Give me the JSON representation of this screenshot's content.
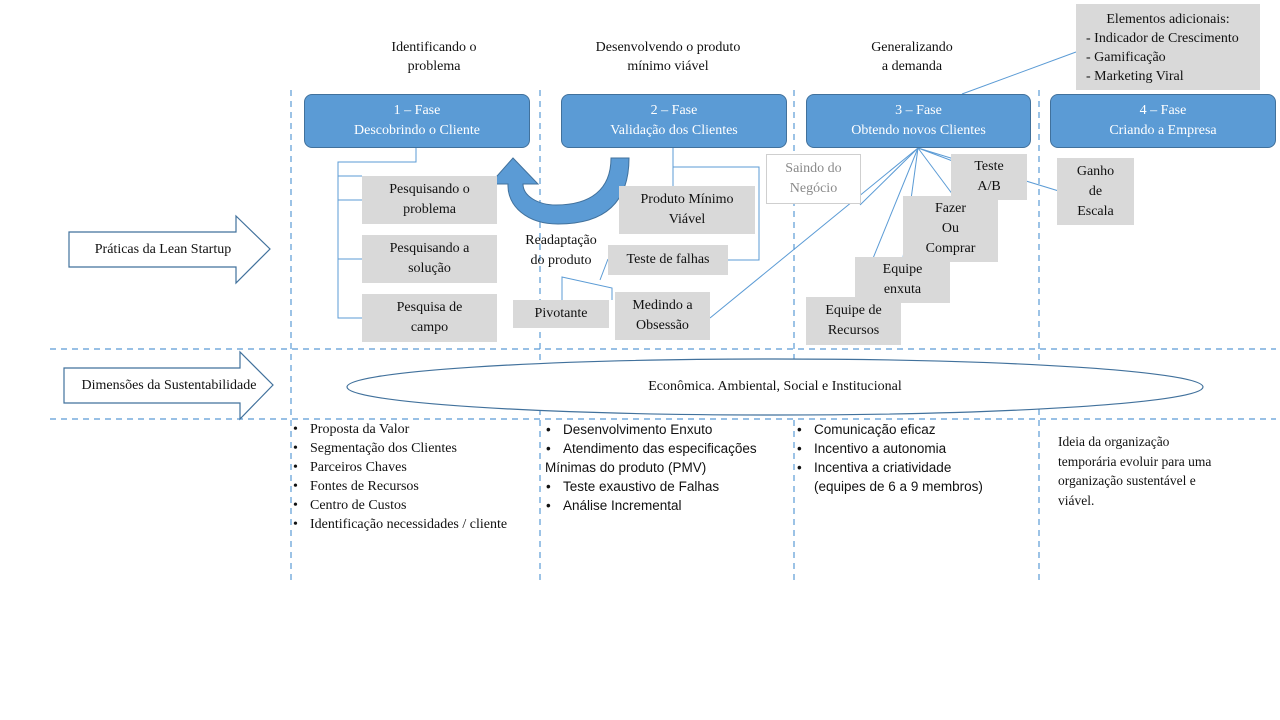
{
  "stage_labels": [
    "Identificando o\nproblema",
    "Desenvolvendo o produto\nmínimo viável",
    "Generalizando\na demanda"
  ],
  "additional": {
    "title": "Elementos adicionais:",
    "items": [
      "- Indicador de Crescimento",
      "- Gamificação",
      "- Marketing Viral"
    ]
  },
  "phases": [
    {
      "number": "1 – Fase",
      "name": "Descobrindo o Cliente"
    },
    {
      "number": "2 – Fase",
      "name": "Validação dos Clientes"
    },
    {
      "number": "3 – Fase",
      "name": "Obtendo novos Clientes"
    },
    {
      "number": "4 – Fase",
      "name": "Criando a Empresa"
    }
  ],
  "row_labels": {
    "practices": "Práticas da Lean Startup",
    "sustainability": "Dimensões da Sustentabilidade"
  },
  "phase1_boxes": [
    "Pesquisando o\nproblema",
    "Pesquisando a\nsolução",
    "Pesquisa de\ncampo"
  ],
  "phase2": {
    "readaptation": "Readaptação\ndo produto",
    "mvp": "Produto Mínimo\nViável",
    "failure_test": "Teste de falhas",
    "pivot": "Pivotante",
    "obsession": "Medindo a\nObsessão"
  },
  "phase3": {
    "leaving": "Saindo do\nNegócio",
    "ab_test": "Teste\nA/B",
    "make_buy": "Fazer\nOu\nComprar",
    "lean_team": "Equipe\nenxuta",
    "resource_team": "Equipe de\nRecursos"
  },
  "phase4": {
    "scale": "Ganho\nde\nEscala"
  },
  "sustainability_text": "Econômica. Ambiental, Social e Institucional",
  "bottom": {
    "col1": [
      "Proposta da Valor",
      "Segmentação dos Clientes",
      "Parceiros Chaves",
      "Fontes de Recursos",
      "Centro de Custos",
      "Identificação necessidades / cliente"
    ],
    "col2": [
      "Desenvolvimento Enxuto",
      "Atendimento das especificações"
    ],
    "col2_cont": "Mínimas do produto (PMV)",
    "col2b": [
      "Teste exaustivo de Falhas",
      "Análise Incremental"
    ],
    "col3": [
      "Comunicação eficaz",
      "Incentivo a autonomia",
      "Incentiva a criatividade"
    ],
    "col3_cont": "(equipes de 6 a 9 membros)",
    "col4": "Ideia da organização\ntemporária evoluir para uma\norganização sustentável e\nviável."
  }
}
